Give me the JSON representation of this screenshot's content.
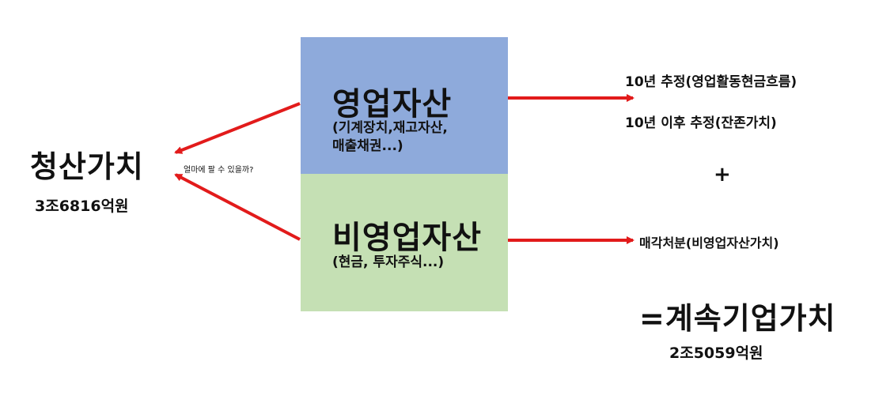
{
  "operating_assets": {
    "title": "영업자산",
    "subtitle_line1": "(기계장치,재고자산,",
    "subtitle_line2": "매출채권...)"
  },
  "non_operating_assets": {
    "title": "비영업자산",
    "subtitle": "(현금, 투자주식...)"
  },
  "liquidation": {
    "title": "청산가치",
    "value": "3조6816억원",
    "question": "얼마에 팔 수 있을까?"
  },
  "right": {
    "estimate_10y": "10년 추정(영업활동현금흐름)",
    "estimate_after_10y": "10년 이후 추정(잔존가치)",
    "plus": "+",
    "disposal": "매각처분(비영업자산가치)",
    "going_concern_title": "=계속기업가치",
    "going_concern_value": "2조5059억원"
  },
  "colors": {
    "operating_box": "#8eaadb",
    "non_operating_box": "#c5e0b4",
    "arrow": "#e21b1b"
  }
}
